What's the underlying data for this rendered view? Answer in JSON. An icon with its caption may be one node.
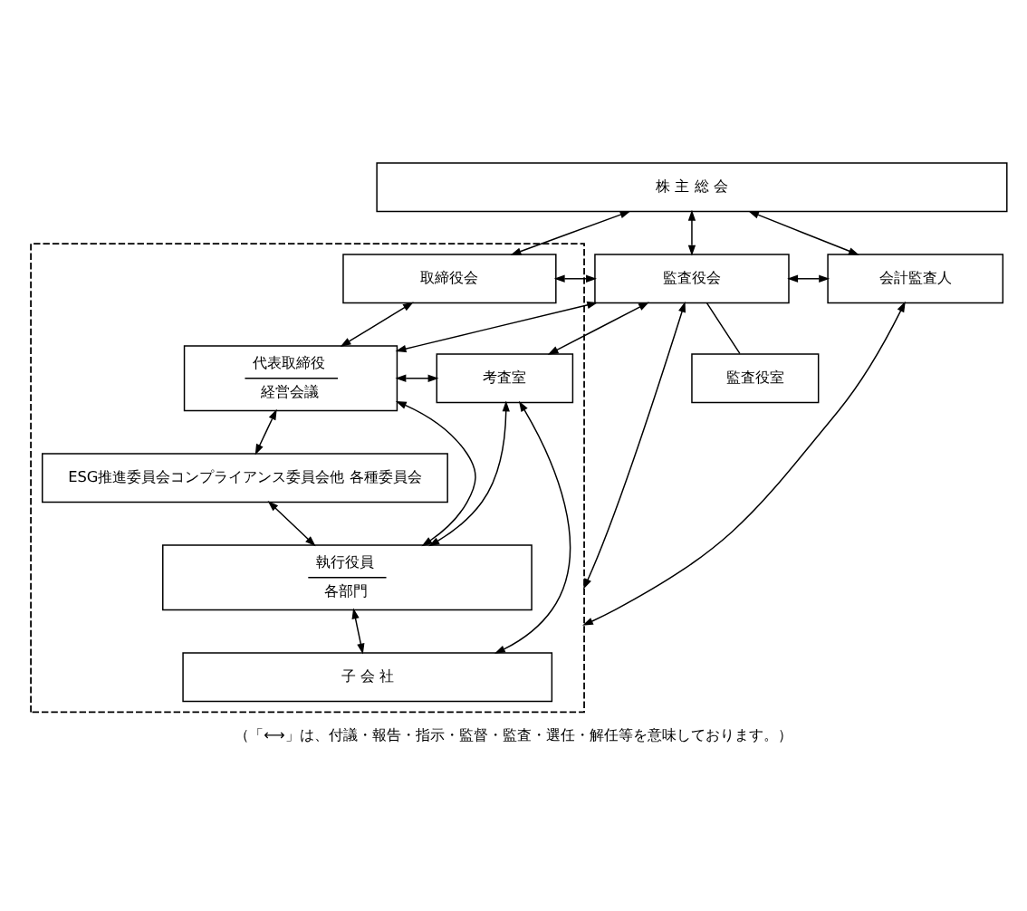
{
  "diagram": {
    "caption": "（「⟷」は、付議・報告・指示・監督・監査・選任・解任等を意味しております。）",
    "nodes": [
      {
        "text": [
          "株 主 総 会"
        ]
      },
      {
        "text": [],
        "shape": "box"
      },
      {
        "text": [
          "取締役会"
        ],
        "in": 1
      },
      {
        "text": [
          "監査役会"
        ]
      },
      {
        "text": [
          "会計監査人"
        ]
      },
      {
        "text": [
          "監査役室"
        ]
      },
      {
        "text": [
          "代表取締役",
          "経営会議"
        ],
        "in": 1
      },
      {
        "text": [
          "考査室"
        ],
        "in": 1
      },
      {
        "text": [
          "ESG推進委員会コンプライアンス委員会他 各種委員会"
        ],
        "in": 1
      },
      {
        "text": [
          "執行役員",
          "各部門"
        ],
        "in": 1
      },
      {
        "text": [
          "子 会 社"
        ],
        "in": 1
      }
    ],
    "edges": [
      {
        "from": 0,
        "to": 2,
        "arrow": "both"
      },
      {
        "from": 0,
        "to": 3,
        "arrow": "both"
      },
      {
        "from": 0,
        "to": 4,
        "arrow": "both"
      },
      {
        "from": 2,
        "to": 3,
        "arrow": "both"
      },
      {
        "from": 3,
        "to": 4,
        "arrow": "both"
      },
      {
        "from": 3,
        "to": 5,
        "arrow": "none"
      },
      {
        "from": 2,
        "to": 6,
        "arrow": "both"
      },
      {
        "from": 3,
        "to": 6,
        "arrow": "both"
      },
      {
        "from": 3,
        "to": 7,
        "arrow": "both"
      },
      {
        "from": 3,
        "to": 1,
        "arrow": "both"
      },
      {
        "from": 6,
        "to": 7,
        "arrow": "both"
      },
      {
        "from": 6,
        "to": 8,
        "arrow": "both"
      },
      {
        "from": 6,
        "to": 9,
        "arrow": "both"
      },
      {
        "from": 8,
        "to": 9,
        "arrow": "both"
      },
      {
        "from": 7,
        "to": 9,
        "arrow": "both"
      },
      {
        "from": 7,
        "to": 10,
        "arrow": "both"
      },
      {
        "from": 9,
        "to": 10,
        "arrow": "both"
      },
      {
        "from": 4,
        "to": 1,
        "arrow": "both"
      }
    ]
  }
}
